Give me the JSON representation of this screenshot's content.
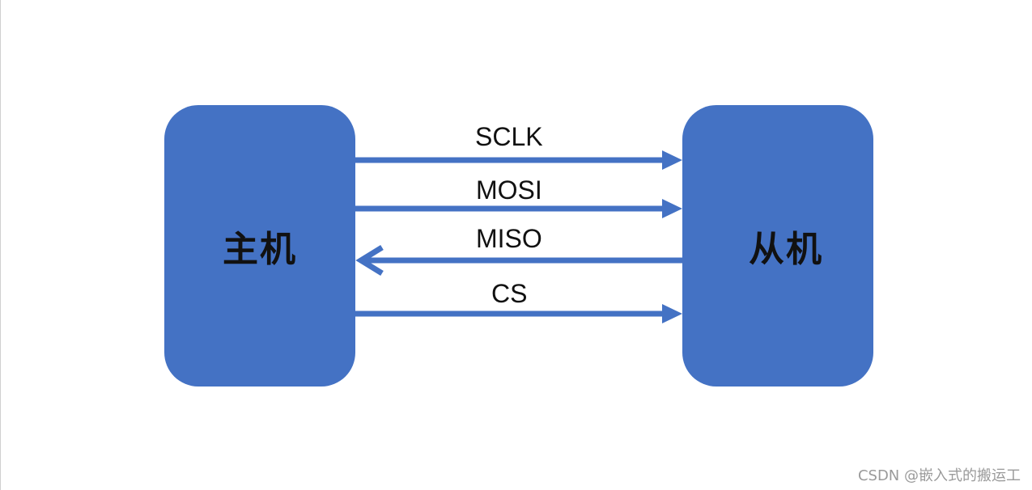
{
  "colors": {
    "box_fill": "#4472C4",
    "arrow": "#4472C4"
  },
  "master": {
    "label": "主机"
  },
  "slave": {
    "label": "从机"
  },
  "signals": [
    {
      "label": "SCLK",
      "direction": "master-to-slave"
    },
    {
      "label": "MOSI",
      "direction": "master-to-slave"
    },
    {
      "label": "MISO",
      "direction": "slave-to-master"
    },
    {
      "label": "CS",
      "direction": "master-to-slave"
    }
  ],
  "watermark": "CSDN @嵌入式的搬运工"
}
